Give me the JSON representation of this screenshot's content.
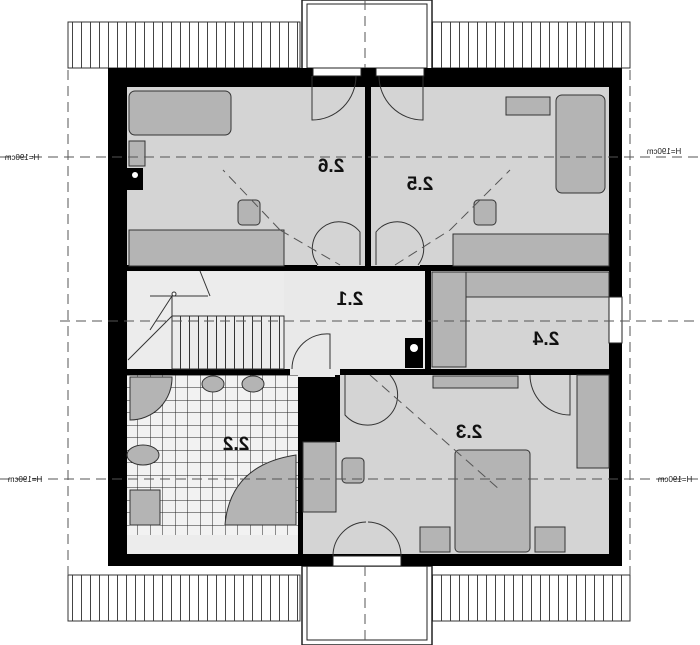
{
  "plan": {
    "rooms": [
      {
        "id": "2.6",
        "label": "2.6"
      },
      {
        "id": "2.5",
        "label": "2.5"
      },
      {
        "id": "2.1",
        "label": "2.1"
      },
      {
        "id": "2.4",
        "label": "2.4"
      },
      {
        "id": "2.3",
        "label": "2.3"
      },
      {
        "id": "2.2",
        "label": "2.2"
      }
    ],
    "height_labels": [
      "H=190cm",
      "H=190cm",
      "H=190cm",
      "H=190cm"
    ],
    "colors": {
      "wall": "#000000",
      "room": "#d4d4d4",
      "hall": "#e9e9e9",
      "furniture": "#b4b4b4"
    }
  }
}
